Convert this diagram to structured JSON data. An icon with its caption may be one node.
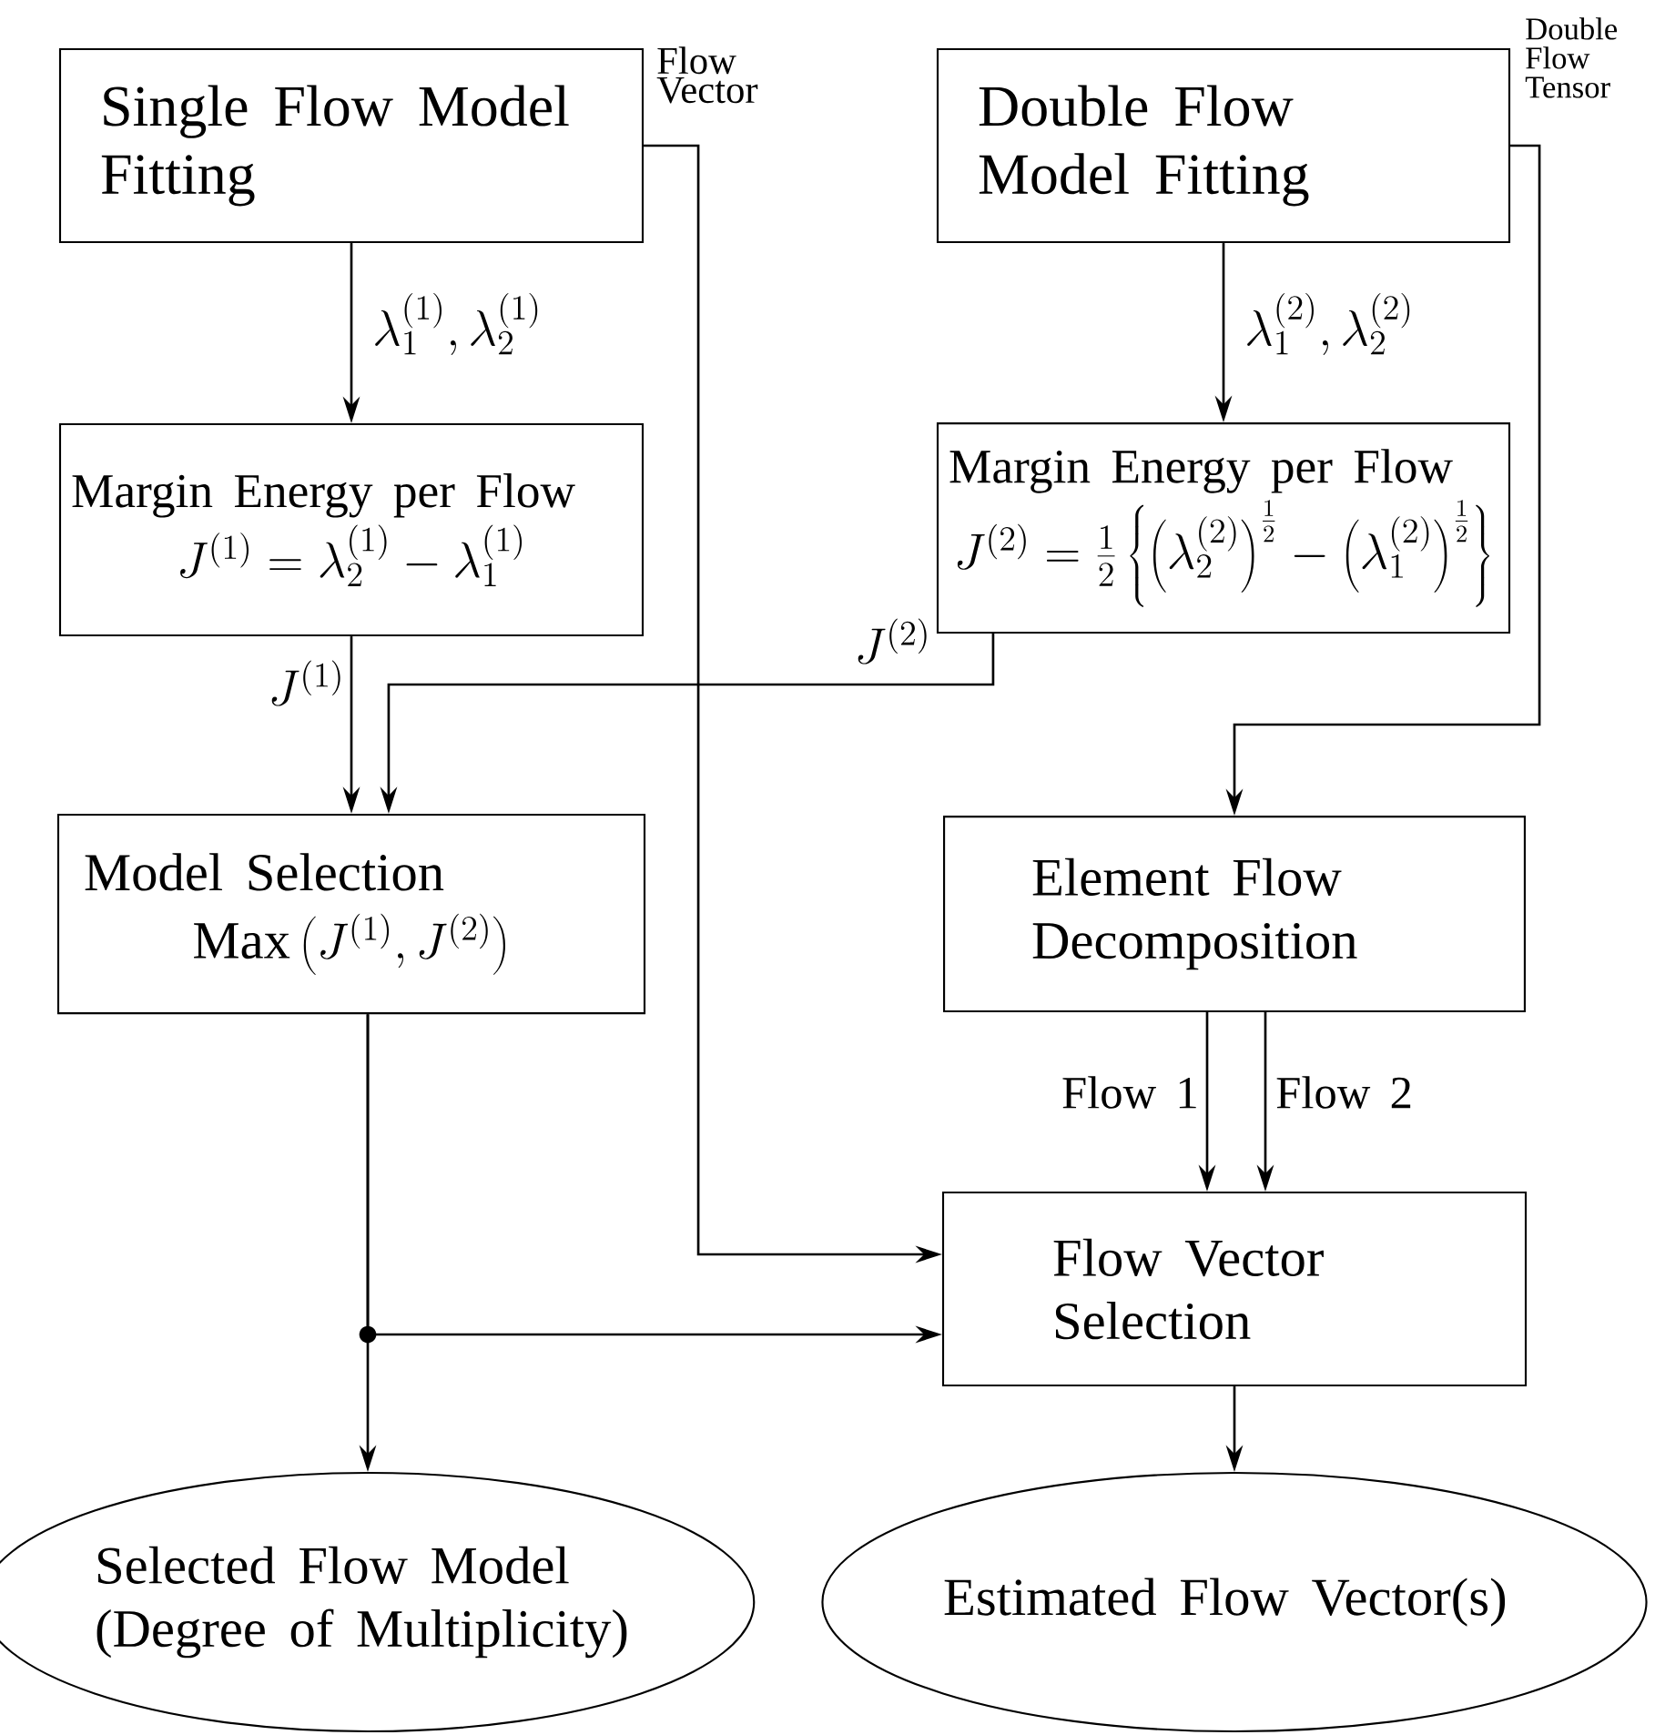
{
  "diagram": {
    "nodes": [
      {
        "text": [
          "Single Flow Model Fitting"
        ]
      },
      {
        "text": [
          "Double Flow Model Fitting"
        ]
      },
      {
        "text": [
          "Margin Energy per Flow",
          "J^{(1)}=\\lambda_2^{(1)}-\\lambda_1^{(1)}"
        ]
      },
      {
        "text": [
          "Margin Energy per Flow",
          "J^{(2)}=\\frac{1}{2}\\left\\{\\left(\\lambda_2^{(2)}\\right)^{\\frac{1}{2}}-\\left(\\lambda_1^{(2)}\\right)^{\\frac{1}{2}}\\right\\}"
        ]
      },
      {
        "text": [
          "Model Selection",
          "\\mathrm{Max}\\left(J^{(1)},J^{(2)}\\right)"
        ]
      },
      {
        "text": [
          "Element Flow Decomposition"
        ]
      },
      {
        "text": [
          "Flow Vector Selection"
        ]
      },
      {
        "text": [
          "Selected Flow Model (Degree of Multiplicity)"
        ]
      },
      {
        "text": [
          "Estimated Flow Vector(s)"
        ]
      }
    ],
    "edges": [
      {
        "from": 0,
        "to": 2,
        "arrow": "to",
        "label": "\\lambda_1^{(1)},\\lambda_2^{(1)}"
      },
      {
        "from": 1,
        "to": 3,
        "arrow": "to",
        "label": "\\lambda_1^{(2)},\\lambda_2^{(2)}"
      },
      {
        "from": 2,
        "to": 4,
        "arrow": "to",
        "label": "J^{(1)}"
      },
      {
        "from": 3,
        "to": 4,
        "arrow": "to",
        "label": "J^{(2)}"
      },
      {
        "from": 0,
        "to": 6,
        "arrow": "to",
        "label": "Flow Vector"
      },
      {
        "from": 1,
        "to": 5,
        "arrow": "to",
        "label": "Double Flow Tensor"
      },
      {
        "from": 5,
        "to": 6,
        "arrow": "to",
        "label": "Flow 1"
      },
      {
        "from": 5,
        "to": 6,
        "arrow": "to",
        "label": "Flow 2"
      },
      {
        "from": 4,
        "to": 7,
        "arrow": "to"
      },
      {
        "from": 4,
        "to": 6,
        "arrow": "to"
      },
      {
        "from": 6,
        "to": 8,
        "arrow": "to"
      }
    ]
  }
}
